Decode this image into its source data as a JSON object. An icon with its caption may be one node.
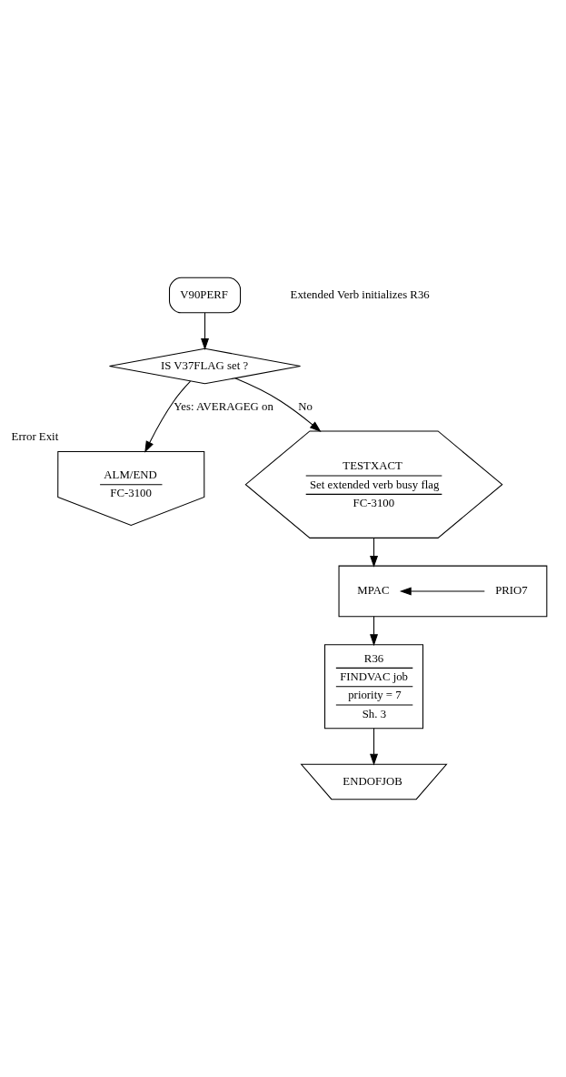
{
  "diagram": {
    "nodes": [
      {
        "text": [
          "V90PERF"
        ]
      },
      {
        "text": [
          "IS V37FLAG set ?"
        ]
      },
      {
        "text": [
          "ALM/END",
          "FC-3100"
        ],
        "beside": [
          "Error Exit"
        ]
      },
      {
        "text": [
          "TESTXACT",
          "Set extended verb busy flag",
          "FC-3100"
        ]
      },
      {
        "text": [],
        "shape": "box"
      },
      {
        "text": [
          "MPAC"
        ],
        "in": 4
      },
      {
        "text": [
          "PRIO7"
        ],
        "in": 4
      },
      {
        "text": [
          "R36",
          "FINDVAC job",
          "priority = 7",
          "Sh. 3"
        ]
      },
      {
        "text": [
          "ENDOFJOB"
        ]
      }
    ],
    "edges": [
      {
        "from": 0,
        "to": 1,
        "arrow": "to"
      },
      {
        "from": 1,
        "to": 2,
        "arrow": "to",
        "label": "Yes: AVERAGEG on"
      },
      {
        "from": 1,
        "to": 3,
        "arrow": "to",
        "label": "No"
      },
      {
        "from": 3,
        "to": 4,
        "arrow": "to"
      },
      {
        "from": 6,
        "to": 5,
        "arrow": "to"
      },
      {
        "from": 4,
        "to": 7,
        "arrow": "to"
      },
      {
        "from": 7,
        "to": 8,
        "arrow": "to"
      }
    ],
    "labels": [
      "Extended Verb initializes R36"
    ]
  }
}
